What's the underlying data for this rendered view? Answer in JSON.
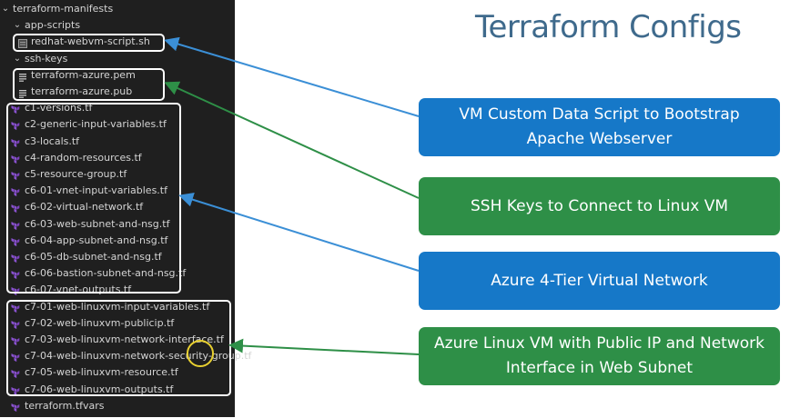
{
  "explorer": {
    "root_folder": "terraform-manifests",
    "folders": [
      {
        "name": "app-scripts",
        "files": [
          "redhat-webvm-script.sh"
        ]
      },
      {
        "name": "ssh-keys",
        "files": [
          "terraform-azure.pem",
          "terraform-azure.pub"
        ]
      }
    ],
    "tf_files": [
      "c1-versions.tf",
      "c2-generic-input-variables.tf",
      "c3-locals.tf",
      "c4-random-resources.tf",
      "c5-resource-group.tf",
      "c6-01-vnet-input-variables.tf",
      "c6-02-virtual-network.tf",
      "c6-03-web-subnet-and-nsg.tf",
      "c6-04-app-subnet-and-nsg.tf",
      "c6-05-db-subnet-and-nsg.tf",
      "c6-06-bastion-subnet-and-nsg.tf",
      "c6-07-vnet-outputs.tf",
      "c7-01-web-linuxvm-input-variables.tf",
      "c7-02-web-linuxvm-publicip.tf",
      "c7-03-web-linuxvm-network-interface.tf",
      "c7-04-web-linuxvm-network-security-group.tf",
      "c7-05-web-linuxvm-resource.tf",
      "c7-06-web-linuxvm-outputs.tf",
      "terraform.tfvars"
    ]
  },
  "slide": {
    "title": "Terraform Configs",
    "callouts": [
      {
        "text": "VM Custom Data Script to Bootstrap Apache Webserver",
        "color": "#1678c8"
      },
      {
        "text": "SSH Keys to Connect to Linux VM",
        "color": "#2e8f47"
      },
      {
        "text": "Azure 4-Tier Virtual Network",
        "color": "#1678c8"
      },
      {
        "text": "Azure Linux VM with Public IP and Network Interface in Web Subnet",
        "color": "#2e8f47"
      }
    ]
  },
  "colors": {
    "explorer_bg": "#1f1f1f",
    "terraform_icon": "#7b42bc",
    "title_text": "#3f6a8c",
    "arrow_blue": "#3b8fd6",
    "arrow_green": "#2e8f47",
    "cursor_highlight": "#e8d030"
  },
  "icons": {
    "folder_toggle": "chevron-down-icon",
    "shell_file": "shell-script-icon",
    "key_file": "text-file-icon",
    "terraform_file": "terraform-icon"
  }
}
